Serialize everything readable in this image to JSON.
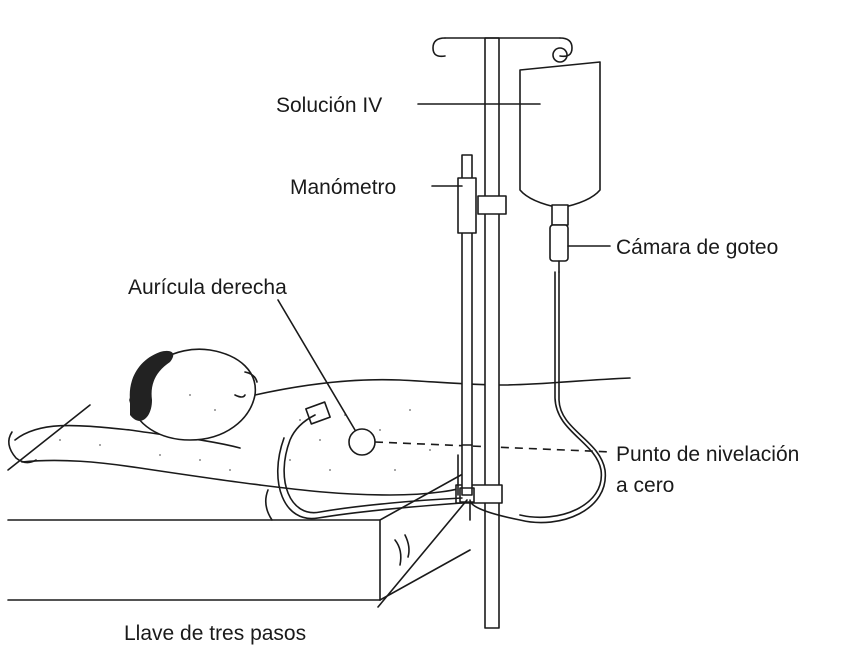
{
  "labels": {
    "iv_solution": "Solución IV",
    "manometer": "Manómetro",
    "drip_chamber": "Cámara de goteo",
    "right_atrium": "Aurícula derecha",
    "zero_level_line1": "Punto de nivelación",
    "zero_level_line2": "a cero",
    "three_way_stopcock": "Llave de tres pasos"
  },
  "icons": {
    "iv_bag": "iv-bag-icon",
    "iv_pole": "iv-pole-icon",
    "manometer": "manometer-column-icon",
    "patient": "patient-lying-icon",
    "bed": "bed-icon"
  }
}
